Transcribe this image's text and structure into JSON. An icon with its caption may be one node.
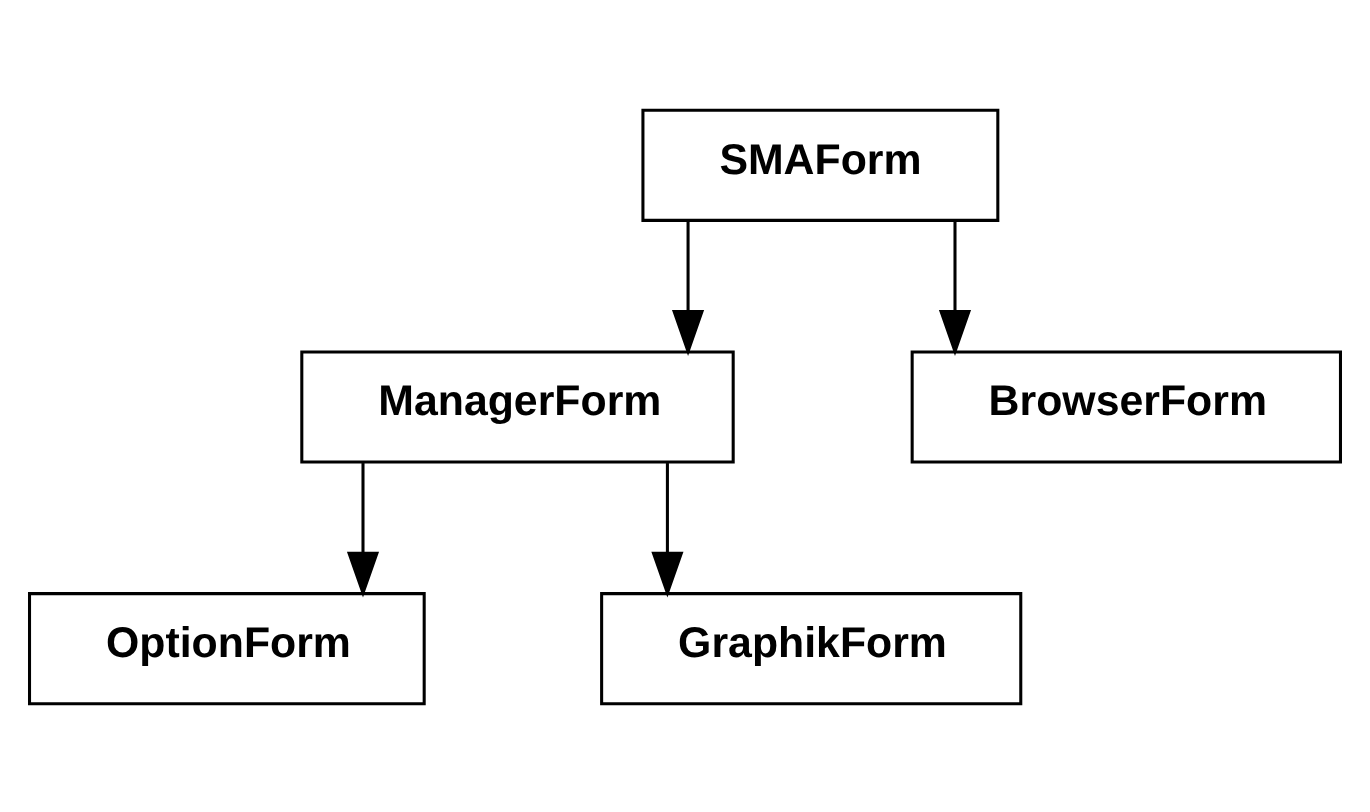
{
  "diagram": {
    "nodes": [
      {
        "text": [
          "SMAForm"
        ]
      },
      {
        "text": [
          "ManagerForm"
        ]
      },
      {
        "text": [
          "BrowserForm"
        ]
      },
      {
        "text": [
          "OptionForm"
        ]
      },
      {
        "text": [
          "GraphikForm"
        ]
      }
    ],
    "edges": [
      {
        "from": 0,
        "to": 1,
        "arrow": "to"
      },
      {
        "from": 0,
        "to": 2,
        "arrow": "to"
      },
      {
        "from": 1,
        "to": 3,
        "arrow": "to"
      },
      {
        "from": 1,
        "to": 4,
        "arrow": "to"
      }
    ]
  }
}
